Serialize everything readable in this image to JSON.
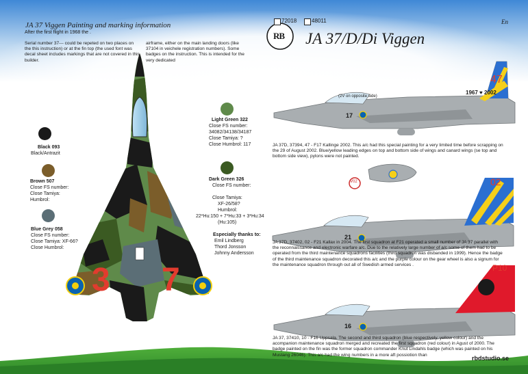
{
  "header": {
    "title": "JA 37 Viggen Painting and marking information",
    "subtitle": "After the first flight in 1968 the .",
    "product_title": "JA 37/D/Di Viggen",
    "codes": [
      "72018",
      "48011"
    ],
    "lang": "En",
    "logo_text": "RB"
  },
  "intro": {
    "col1": "Serial number 37---  could be repeted on two places on the this instruction) or at the fin top (the used font was decal sheet includes markings that are not covered in this builder.",
    "col2": "airframe, either on the main landing doors (like 37104 in veichele registration numbers). Some badges on the instruction. This is intended for the very dedicated"
  },
  "colors": [
    {
      "name": "Black 093",
      "lines": [
        "Black/Antrazit"
      ],
      "hex": "#1a1a1a"
    },
    {
      "name": "Brown 507",
      "lines": [
        "Close FS number:",
        "Close Tamiya:",
        "Humbrol:"
      ],
      "hex": "#7b5d2a"
    },
    {
      "name": "Blue Grey 058",
      "lines": [
        "Close FS number:",
        "Close Tamiya:  XF-66?",
        "Close Humbrol:"
      ],
      "hex": "#5b6e76"
    },
    {
      "name": "Light Green 322",
      "lines": [
        "Close FS number:",
        "34082/34138/34187",
        "Close Tamiya:  ?",
        "Close Humbrol: 117"
      ],
      "hex": "#5f8a4a"
    },
    {
      "name": "Dark  Green 326",
      "lines": [
        "Close FS number:",
        "",
        "Close Tamiya:",
        "XF-26/58?",
        "Humbrol:",
        "22*Hu:150 + 7*Hu:33 + 3*Hu:34",
        "(Hu:105)"
      ],
      "hex": "#3b5a22"
    }
  ],
  "thanks": {
    "heading": "Especially thanks to:",
    "names": [
      "Emil Lindberg",
      "Thord Jonsson",
      "Johnny Andersson"
    ]
  },
  "topview": {
    "num_left": "3",
    "num_right": "7"
  },
  "aircraft": [
    {
      "fin_number": "47",
      "fin_text": "1967 ♥ 2002",
      "fuselage_number": "17",
      "note": "(2V on opposite side)",
      "caption": "JA 37D, 37394, 47 - F17 Kallinge 2002. This a/c had this special painting for a very limited time before scrapping on the 29 of August 2002. Blue/yellow leading edges on top and bottom side of wings and canard wings      (se top and bottom side view), pylons were not painted."
    },
    {
      "fin_number": "02",
      "fuselage_number": "21",
      "tank_label": "V02",
      "caption": "JA 37D, 37402, 02 - F21 Kallax in 2004. The first squadron at F21 operated a small number of JA 37 parallel with the reconnaissance and electronic warfare a/c. Due to the relatively large number of a/c some of them had to be operated from the third maintenance squadrons facilities (third squadron was disbanded in 1999). Hence the badge of the third maintenance squadron decorated this a/c and the purple colour on the gear wheel is also a signum for the maintenance squadron through out all of Swedish armed services ."
    },
    {
      "fin_number": "P10",
      "fuselage_number": "16",
      "caption": "JA 37, 37410, 10 - F16 Uppsala. The second and third squadron (blue respectively, yellow colour) and the acompanion maintenance squadron merged and recreated the first squadron (red colour) in Agust of 2000. The badge painted on the fin was the former squadron commander Knut Lindahls badge (which was painted on his Mustang 26046). This a/c had the wing numbers in a more aft possiotion than"
    }
  ],
  "footer": {
    "website": "rbdstudio.se"
  }
}
